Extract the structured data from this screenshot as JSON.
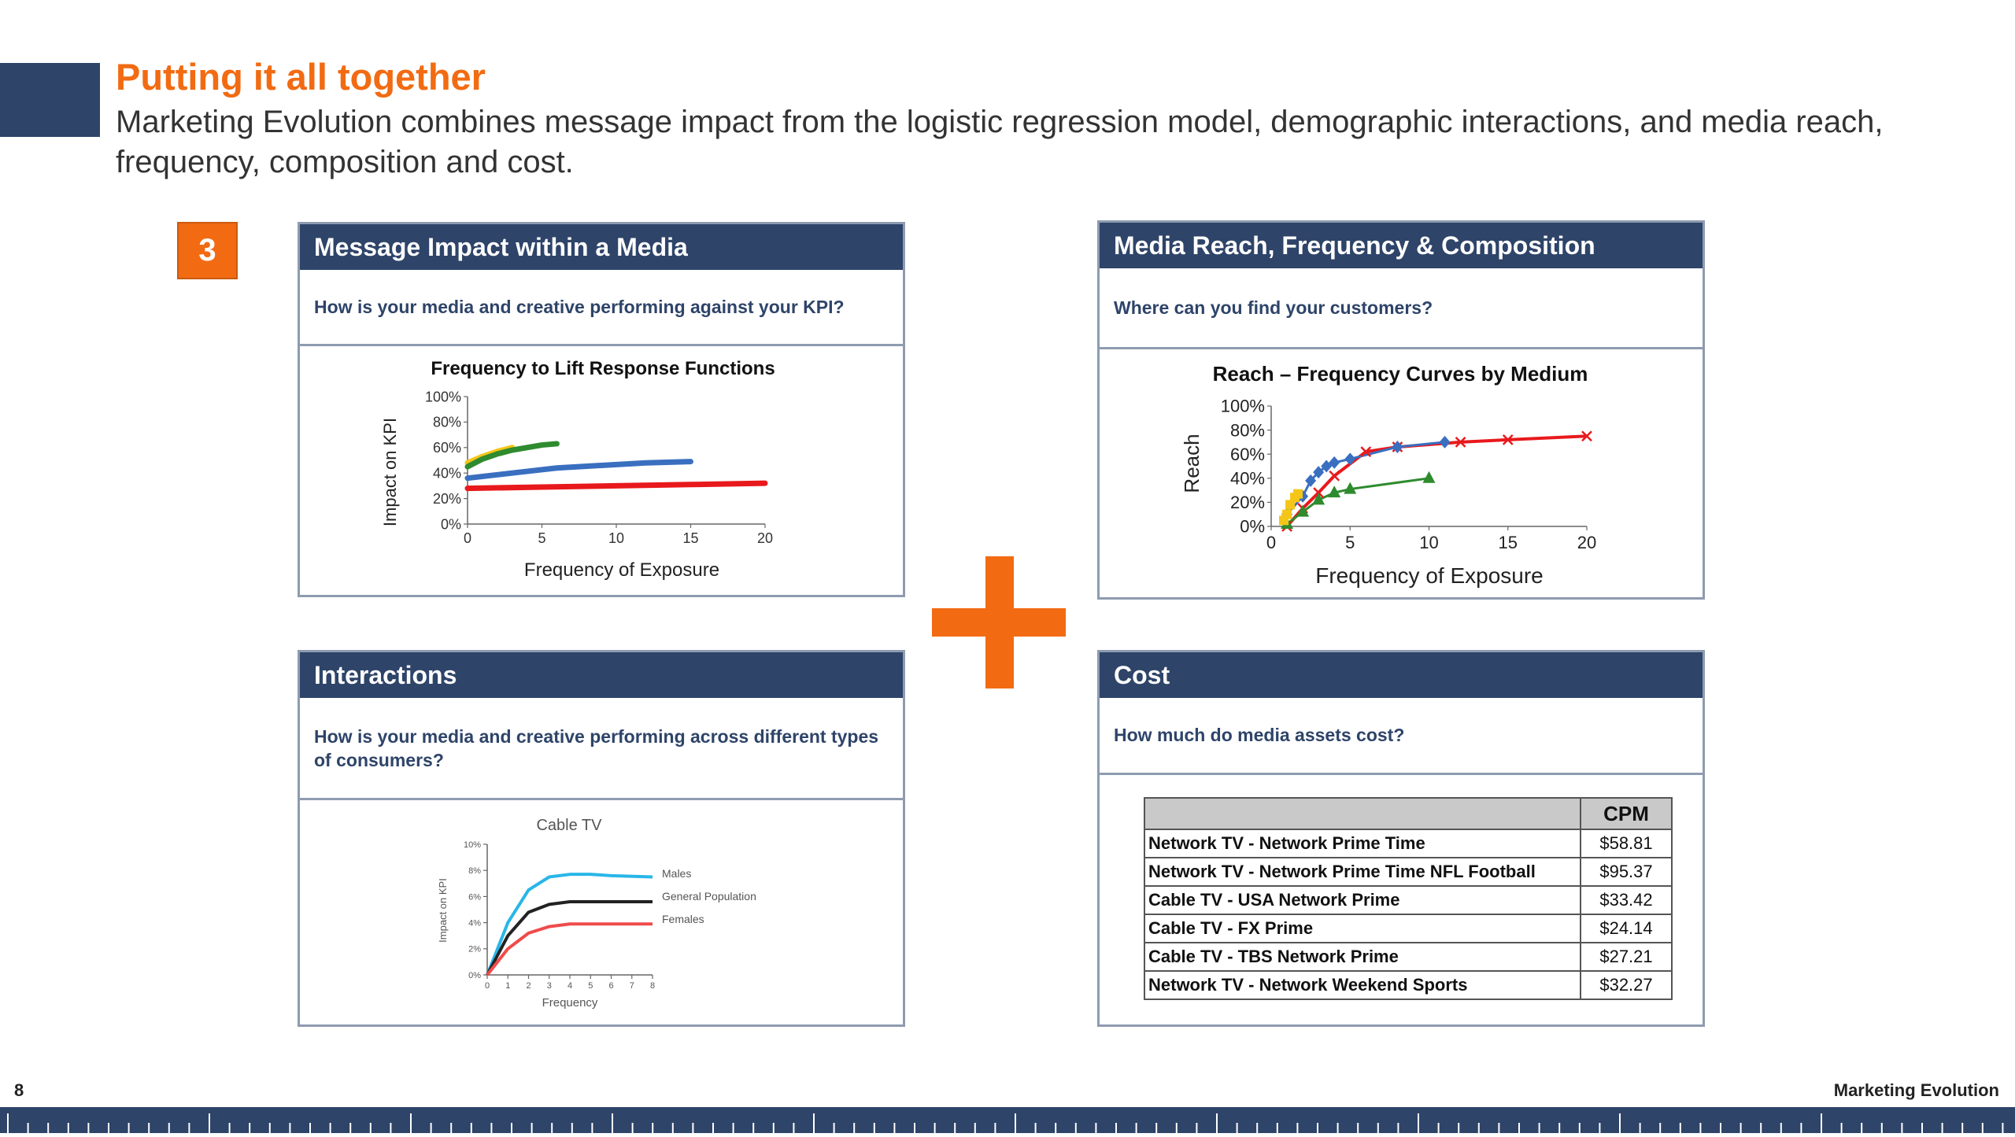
{
  "header": {
    "title": "Putting it all together",
    "subtitle": "Marketing Evolution combines message impact from the logistic regression model, demographic interactions, and media reach, frequency, composition and cost."
  },
  "step_badge": "3",
  "colors": {
    "navy": "#2e4469",
    "orange": "#f26b12"
  },
  "panels": {
    "message_impact": {
      "heading": "Message Impact within a Media",
      "question": "How is your media and creative performing against your KPI?",
      "chart_title": "Frequency to Lift Response Functions",
      "xlabel": "Frequency of Exposure",
      "ylabel": "Impact on KPI",
      "xticks": [
        "0",
        "5",
        "10",
        "15",
        "20"
      ],
      "yticks": [
        "0%",
        "20%",
        "40%",
        "60%",
        "80%",
        "100%"
      ]
    },
    "reach": {
      "heading": "Media Reach, Frequency & Composition",
      "question": "Where can you find your customers?",
      "chart_title": "Reach – Frequency Curves by Medium",
      "xlabel": "Frequency of Exposure",
      "ylabel": "Reach",
      "xticks": [
        "0",
        "5",
        "10",
        "15",
        "20"
      ],
      "yticks": [
        "0%",
        "20%",
        "40%",
        "60%",
        "80%",
        "100%"
      ]
    },
    "interactions": {
      "heading": "Interactions",
      "question": "How is your media and creative performing across different types of consumers?",
      "chart_title": "Cable TV",
      "xlabel": "Frequency",
      "ylabel": "Impact on KPI",
      "xticks": [
        "0",
        "1",
        "2",
        "3",
        "4",
        "5",
        "6",
        "7",
        "8"
      ],
      "yticks": [
        "0%",
        "2%",
        "4%",
        "6%",
        "8%",
        "10%"
      ],
      "series_labels": [
        "Males",
        "General Population",
        "Females"
      ]
    },
    "cost": {
      "heading": "Cost",
      "question": "How much do media assets cost?",
      "table_header": "CPM",
      "rows": [
        {
          "name": "Network TV - Network Prime Time",
          "cpm": "$58.81"
        },
        {
          "name": "Network TV - Network Prime Time NFL Football",
          "cpm": "$95.37"
        },
        {
          "name": "Cable TV - USA Network Prime",
          "cpm": "$33.42"
        },
        {
          "name": "Cable TV - FX Prime",
          "cpm": "$24.14"
        },
        {
          "name": "Cable TV - TBS Network Prime",
          "cpm": "$27.21"
        },
        {
          "name": "Network TV - Network Weekend Sports",
          "cpm": "$32.27"
        }
      ]
    }
  },
  "chart_data": [
    {
      "type": "line",
      "title": "Frequency to Lift Response Functions",
      "xlabel": "Frequency of Exposure",
      "ylabel": "Impact on KPI",
      "xlim": [
        0,
        20
      ],
      "ylim": [
        0,
        1
      ],
      "series": [
        {
          "color": "#f5c518",
          "x": [
            0,
            1,
            2,
            3
          ],
          "y": [
            0.48,
            0.53,
            0.57,
            0.6
          ]
        },
        {
          "color": "#2e8b2e",
          "x": [
            0,
            1,
            2,
            3,
            4,
            5,
            6
          ],
          "y": [
            0.45,
            0.51,
            0.55,
            0.58,
            0.6,
            0.62,
            0.63
          ]
        },
        {
          "color": "#3a6fc0",
          "x": [
            0,
            3,
            6,
            9,
            12,
            15
          ],
          "y": [
            0.36,
            0.4,
            0.44,
            0.46,
            0.48,
            0.49
          ]
        },
        {
          "color": "#e8191c",
          "x": [
            0,
            5,
            10,
            15,
            20
          ],
          "y": [
            0.28,
            0.29,
            0.3,
            0.31,
            0.32
          ]
        }
      ]
    },
    {
      "type": "scatter",
      "title": "Reach – Frequency Curves by Medium",
      "xlabel": "Frequency of Exposure",
      "ylabel": "Reach",
      "xlim": [
        0,
        20
      ],
      "ylim": [
        0,
        1
      ],
      "series": [
        {
          "color": "#e8191c",
          "marker": "x",
          "x": [
            1,
            2,
            3,
            4,
            6,
            8,
            12,
            15,
            20
          ],
          "y": [
            0.0,
            0.15,
            0.28,
            0.42,
            0.62,
            0.66,
            0.7,
            0.72,
            0.75
          ]
        },
        {
          "color": "#3a6fc0",
          "marker": "diamond",
          "x": [
            1,
            2,
            2.5,
            3,
            3.5,
            4,
            5,
            8,
            11
          ],
          "y": [
            0.1,
            0.25,
            0.38,
            0.45,
            0.5,
            0.53,
            0.56,
            0.66,
            0.7
          ]
        },
        {
          "color": "#2e8b2e",
          "marker": "triangle",
          "x": [
            1,
            2,
            3,
            4,
            5,
            10
          ],
          "y": [
            0.02,
            0.12,
            0.22,
            0.28,
            0.31,
            0.4
          ]
        },
        {
          "color": "#f5c518",
          "marker": "square",
          "x": [
            0.8,
            1,
            1.2,
            1.5,
            1.7
          ],
          "y": [
            0.05,
            0.1,
            0.18,
            0.24,
            0.27
          ]
        }
      ]
    },
    {
      "type": "line",
      "title": "Cable TV",
      "xlabel": "Frequency",
      "ylabel": "Impact on KPI",
      "xlim": [
        0,
        8
      ],
      "ylim": [
        0,
        0.1
      ],
      "series": [
        {
          "name": "Males",
          "color": "#29b6e8",
          "x": [
            0,
            1,
            2,
            3,
            4,
            5,
            6,
            8
          ],
          "y": [
            0.0,
            0.04,
            0.065,
            0.075,
            0.077,
            0.077,
            0.076,
            0.075
          ]
        },
        {
          "name": "General Population",
          "color": "#222222",
          "x": [
            0,
            1,
            2,
            3,
            4,
            5,
            6,
            8
          ],
          "y": [
            0.0,
            0.03,
            0.048,
            0.054,
            0.056,
            0.056,
            0.056,
            0.056
          ]
        },
        {
          "name": "Females",
          "color": "#ef4b4b",
          "x": [
            0,
            1,
            2,
            3,
            4,
            5,
            6,
            8
          ],
          "y": [
            0.0,
            0.02,
            0.032,
            0.037,
            0.039,
            0.039,
            0.039,
            0.039
          ]
        }
      ]
    }
  ],
  "footer": {
    "page_number": "8",
    "brand": "Marketing Evolution"
  }
}
